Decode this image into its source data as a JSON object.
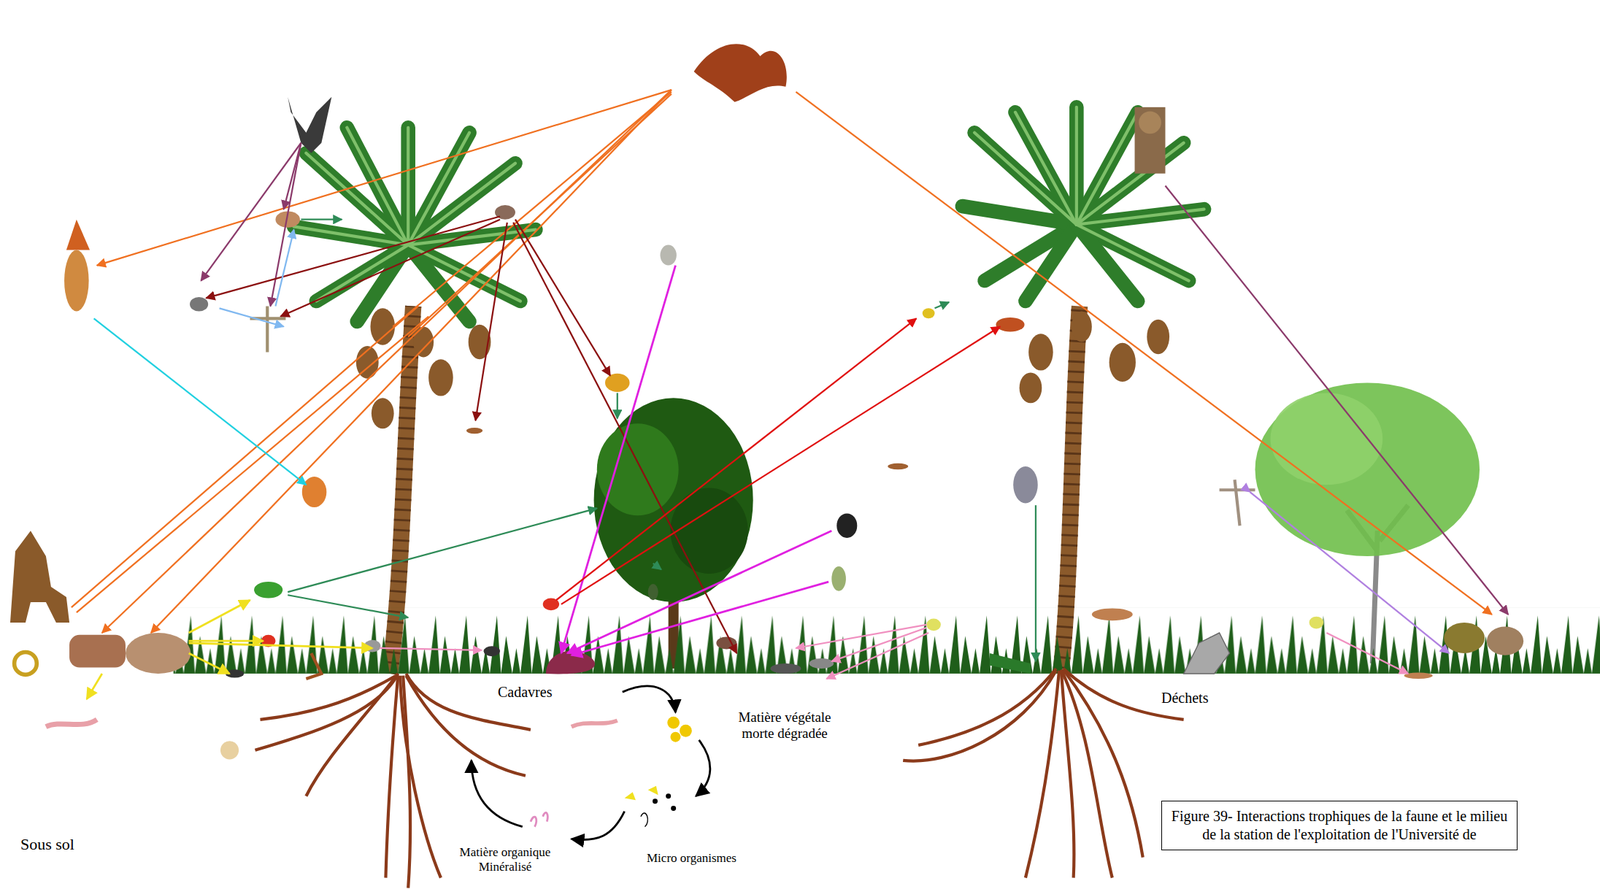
{
  "diagram": {
    "caption": "Figure 39- Interactions trophiques de la faune et le milieu de la station de l'exploitation de l'Université de",
    "labels": [
      "Cadavres",
      "Matière végétale morte dégradée",
      "Déchets",
      "Sous sol",
      "Matière organique Minéralisé",
      "Micro organismes"
    ]
  }
}
